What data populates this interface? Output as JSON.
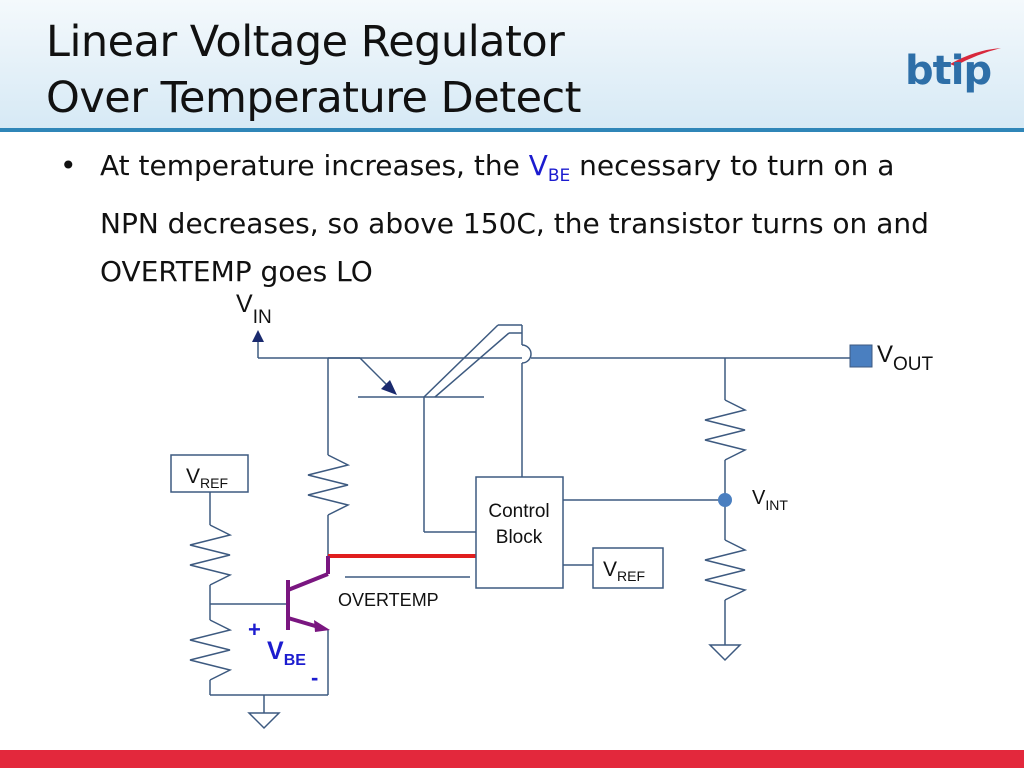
{
  "slide": {
    "title_line1": "Linear Voltage Regulator",
    "title_line2": "Over Temperature Detect",
    "logo_text": "btip",
    "bullet": {
      "marker": "•",
      "text_before": "At temperature increases, the ",
      "vbe_main": "V",
      "vbe_sub": "BE",
      "text_after": " necessary to turn on a NPN decreases, so above 150C, the transistor turns on and OVERTEMP goes LO"
    }
  },
  "diagram": {
    "vin": {
      "main": "V",
      "sub": "IN"
    },
    "vout": {
      "main": "V",
      "sub": "OUT"
    },
    "vint": {
      "main": "V",
      "sub": "INT"
    },
    "vref_left": {
      "main": "V",
      "sub": "REF"
    },
    "vref_right": {
      "main": "V",
      "sub": "REF"
    },
    "control_block_line1": "Control",
    "control_block_line2": "Block",
    "overtemp_label": "OVERTEMP",
    "vbe_plus": "+",
    "vbe_minus": "-",
    "vbe": {
      "main": "V",
      "sub": "BE"
    },
    "colors": {
      "wire": "#3d5a80",
      "overtemp_wire": "#e01e1e",
      "sense_transistor": "#7a1680",
      "vbe_label": "#1c1ccf",
      "vout_terminal": "#4a7fc0",
      "vint_node": "#4a7fc0"
    }
  }
}
